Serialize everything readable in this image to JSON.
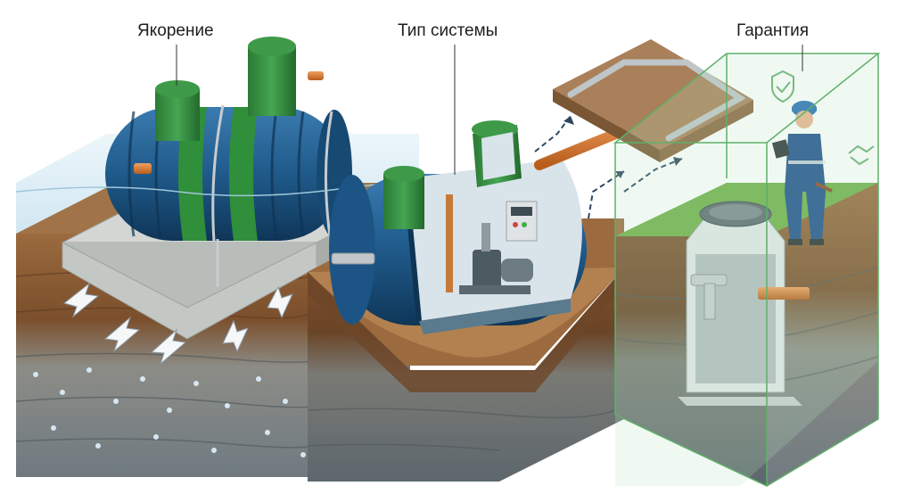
{
  "labels": {
    "anchoring": "Якорение",
    "system_type": "Тип системы",
    "warranty": "Гарантия"
  },
  "colors": {
    "tank_blue": "#1f5a8a",
    "tank_dark": "#123e66",
    "lid_green": "#2e8a3c",
    "band_green": "#2f8f3a",
    "soil_brown": "#8a5a34",
    "grass": "#5e9e3a",
    "concrete": "#c9ccc9",
    "glass_green": "#9fd4a6",
    "water": "#d6ecf4",
    "pipe_orange": "#d97a2b",
    "worker_blue": "#1f4f8e",
    "helmet_blue": "#2a6fb8"
  },
  "icons": [
    "shield-check-icon",
    "handshake-icon"
  ]
}
